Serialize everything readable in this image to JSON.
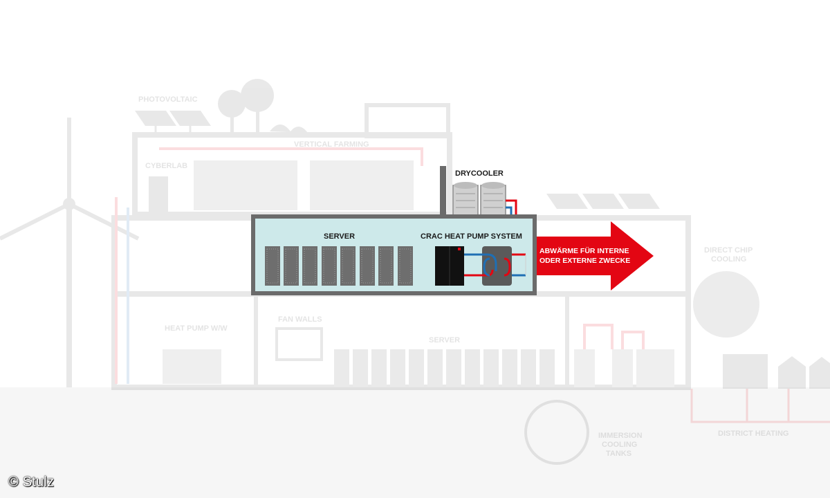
{
  "colors": {
    "accent_red": "#e30613",
    "room_fill": "#cde9ea",
    "wall_gray": "#6b6b6b",
    "rack_gray": "#6e6e6e",
    "pipe_blue": "#1f6fb4",
    "faded_gray": "#9a9a9a"
  },
  "labels": {
    "drycooler": "DRYCOOLER",
    "server_main": "SERVER",
    "crac": "CRAC HEAT PUMP SYSTEM",
    "waste_heat_line1": "ABWÄRME FÜR INTERNE",
    "waste_heat_line2": "ODER EXTERNE ZWECKE"
  },
  "background_labels": {
    "photovoltaic": "PHOTOVOLTAIC",
    "vertical_farming": "VERTICAL FARMING",
    "cyberlab": "CYBERLAB",
    "heat_pump": "HEAT PUMP W/W",
    "fan_walls": "FAN WALLS",
    "server_bg": "SERVER",
    "direct_chip_1": "DIRECT CHIP",
    "direct_chip_2": "COOLING",
    "immersion_1": "IMMERSION",
    "immersion_2": "COOLING",
    "immersion_3": "TANKS",
    "district_heating": "DISTRICT HEATING"
  },
  "icons": {
    "wind_turbine": "wind-turbine-icon",
    "solar_panel": "solar-panel-icon",
    "tree": "tree-icon",
    "house": "house-icon"
  },
  "copyright": "© Stulz"
}
